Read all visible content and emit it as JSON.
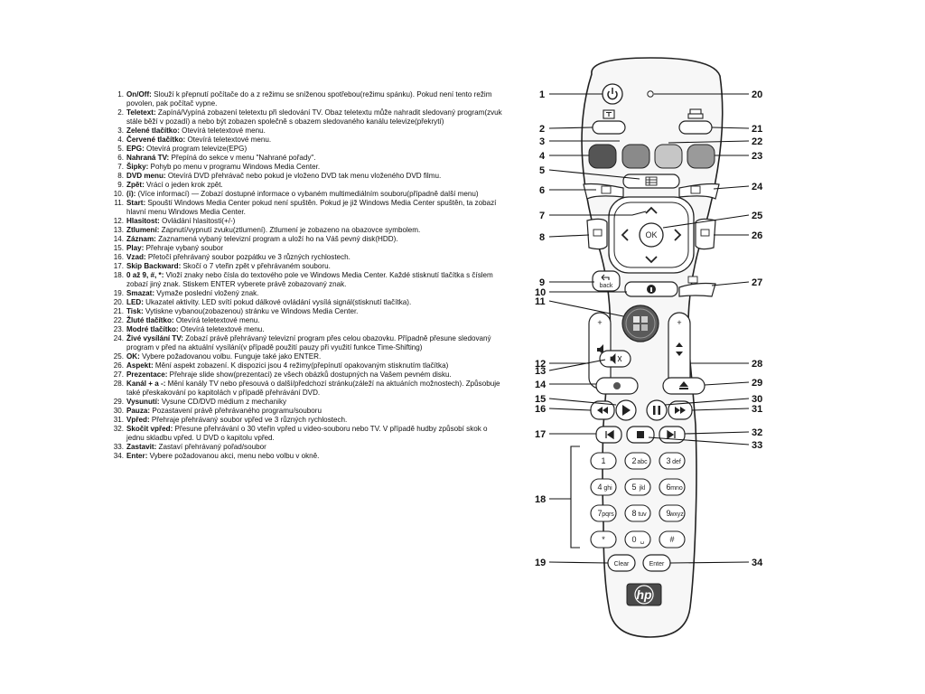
{
  "colors": {
    "red_button": "#555555",
    "green_button": "#8a8a8a",
    "yellow_button": "#c6c6c6",
    "blue_button": "#9a9a9a",
    "remote_body": "#f7f7f7",
    "logo_badge": "#4a4a4a"
  },
  "legend": [
    {
      "num": "1.",
      "term": "On/Off:",
      "text": " Slouží k přepnutí počítače do a z režimu se sníženou spotřebou(režimu spánku). Pokud není tento režim povolen, pak počítač vypne."
    },
    {
      "num": "2.",
      "term": "Teletext:",
      "text": " Zapíná/Vypíná zobazení teletextu při sledování TV. Obaz teletextu může nahradit sledovaný program(zvuk stále běží v pozadí) a nebo být zobazen společně s obazem sledovaného kanálu televize(překrytí)"
    },
    {
      "num": "3.",
      "term": "Zelené tlačítko:",
      "text": " Otevírá teletextové menu."
    },
    {
      "num": "4.",
      "term": "Červené tlačítko:",
      "text": " Otevírá teletextové menu."
    },
    {
      "num": "5.",
      "term": "EPG:",
      "text": " Otevírá program televize(EPG)"
    },
    {
      "num": "6.",
      "term": "Nahraná TV:",
      "text": " Přepíná do sekce v menu \"Nahrané pořady\"."
    },
    {
      "num": "7.",
      "term": "Šipky:",
      "text": " Pohyb po menu v programu Windows Media Center."
    },
    {
      "num": "8.",
      "term": "DVD menu:",
      "text": " Otevírá DVD přehrávač nebo pokud je vloženo DVD tak menu vloženého DVD filmu."
    },
    {
      "num": "9.",
      "term": "Zpět:",
      "text": " Vrácí o jeden krok zpět."
    },
    {
      "num": "10.",
      "term": "(i):",
      "text": " (Více informací) — Zobazí dostupné informace o vybaném multimediálním souboru(případně další menu)"
    },
    {
      "num": "11.",
      "term": "Start:",
      "text": " Spouští Windows Media Center pokud není spuštěn. Pokud je již Windows Media Center spuštěn, ta zobazí hlavní menu Windows Media Center."
    },
    {
      "num": "12.",
      "term": "Hlasitost:",
      "text": " Ovládání hlasitosti(+/-)"
    },
    {
      "num": "13.",
      "term": "Ztlumení:",
      "text": " Zapnutí/vypnutí zvuku(ztlumení). Ztlumení je zobazeno na obazovce symbolem."
    },
    {
      "num": "14.",
      "term": "Záznam:",
      "text": " Zaznamená vybaný televizní program a uloží ho na Váš pevný disk(HDD)."
    },
    {
      "num": "15.",
      "term": "Play:",
      "text": " Přehraje vybaný soubor"
    },
    {
      "num": "16.",
      "term": "Vzad:",
      "text": " Přetočí přehrávaný soubor pozpátku ve 3 různých rychlostech."
    },
    {
      "num": "17.",
      "term": "Skip Backward:",
      "text": " Skočí o 7 vteřin zpět v přehrávaném souboru."
    },
    {
      "num": "18.",
      "term": "0 až 9, #, *:",
      "text": " Vloží znaky nebo čísla do textového pole ve Windows Media Center. Každé stisknutí tlačítka s číslem zobazí jiný znak. Stiskem ENTER vyberete právě zobazovaný znak."
    },
    {
      "num": "19.",
      "term": "Smazat:",
      "text": " Vymaže poslední vložený znak."
    },
    {
      "num": "20.",
      "term": "LED:",
      "text": " Ukazatel aktivity. LED svítí pokud dálkové ovládání vysílá signál(stisknutí tlačítka)."
    },
    {
      "num": "21.",
      "term": "Tisk:",
      "text": " Vytiskne vybanou(zobazenou) stránku ve Windows Media Center."
    },
    {
      "num": "22.",
      "term": "Žluté tlačítko:",
      "text": " Otevírá teletextové menu."
    },
    {
      "num": "23.",
      "term": "Modré tlačítko:",
      "text": " Otevírá teletextové menu."
    },
    {
      "num": "24.",
      "term": "Živé vysílání TV:",
      "text": " Zobazí právě přehrávaný televizní program přes celou obazovku. Případně přesune sledovaný program v před na aktuální vysílání(v případě použití pauzy při využití funkce Time-Shifting)"
    },
    {
      "num": "25.",
      "term": "OK:",
      "text": " Vybere požadovanou volbu. Funguje také jako ENTER."
    },
    {
      "num": "26.",
      "term": "Aspekt:",
      "text": " Mění aspekt zobazení. K dispozici jsou 4 režimy(přepínutí opakovaným stisknutím tlačítka)"
    },
    {
      "num": "27.",
      "term": "Prezentace:",
      "text": " Přehraje slide show(prezentaci) ze všech obázků dostupných na Vašem pevném disku."
    },
    {
      "num": "28.",
      "term": "Kanál + a -:",
      "text": " Mění kanály TV nebo přesouvá o další/předchozí stránku(záleží na aktuáních možnostech). Způsobuje také přeskakování po kapitolách v případě přehrávání DVD."
    },
    {
      "num": "29.",
      "term": "Vysunutí:",
      "text": " Vysune CD/DVD médium z mechaniky"
    },
    {
      "num": "30.",
      "term": "Pauza:",
      "text": " Pozastavení právě přehrávaného programu/souboru"
    },
    {
      "num": "31.",
      "term": "Vpřed:",
      "text": " Přehraje přehrávaný soubor vpřed ve 3 různých rychlostech."
    },
    {
      "num": "32.",
      "term": "Skočit vpřed:",
      "text": " Přesune přehrávání o 30 vteřin vpřed u video-souboru nebo TV. V případě hudby způsobí skok o jednu skladbu vpřed. U DVD o kapitolu vpřed."
    },
    {
      "num": "33.",
      "term": "Zastavit:",
      "text": " Zastaví přehrávaný pořad/soubor"
    },
    {
      "num": "34.",
      "term": "Enter:",
      "text": " Vybere požadovanou akci, menu nebo volbu v okně."
    }
  ],
  "callouts": [
    "1",
    "2",
    "3",
    "4",
    "5",
    "6",
    "7",
    "8",
    "9",
    "10",
    "11",
    "12",
    "13",
    "14",
    "15",
    "16",
    "17",
    "18",
    "19",
    "20",
    "21",
    "22",
    "23",
    "24",
    "25",
    "26",
    "27",
    "28",
    "29",
    "30",
    "31",
    "32",
    "33",
    "34"
  ],
  "remote": {
    "ok_label": "OK",
    "back_label": "back",
    "plus": "+",
    "minus": "−",
    "clear_label": "Clear",
    "enter_label": "Enter",
    "logo_text": "hp",
    "keypad": [
      {
        "digit": "1",
        "letters": ""
      },
      {
        "digit": "2",
        "letters": "abc"
      },
      {
        "digit": "3",
        "letters": "def"
      },
      {
        "digit": "4",
        "letters": "ghi"
      },
      {
        "digit": "5",
        "letters": "jkl"
      },
      {
        "digit": "6",
        "letters": "mno"
      },
      {
        "digit": "7",
        "letters": "pqrs"
      },
      {
        "digit": "8",
        "letters": "tuv"
      },
      {
        "digit": "9",
        "letters": "wxyz"
      },
      {
        "digit": "*",
        "letters": ""
      },
      {
        "digit": "0",
        "letters": "␣"
      },
      {
        "digit": "#",
        "letters": ""
      }
    ]
  }
}
